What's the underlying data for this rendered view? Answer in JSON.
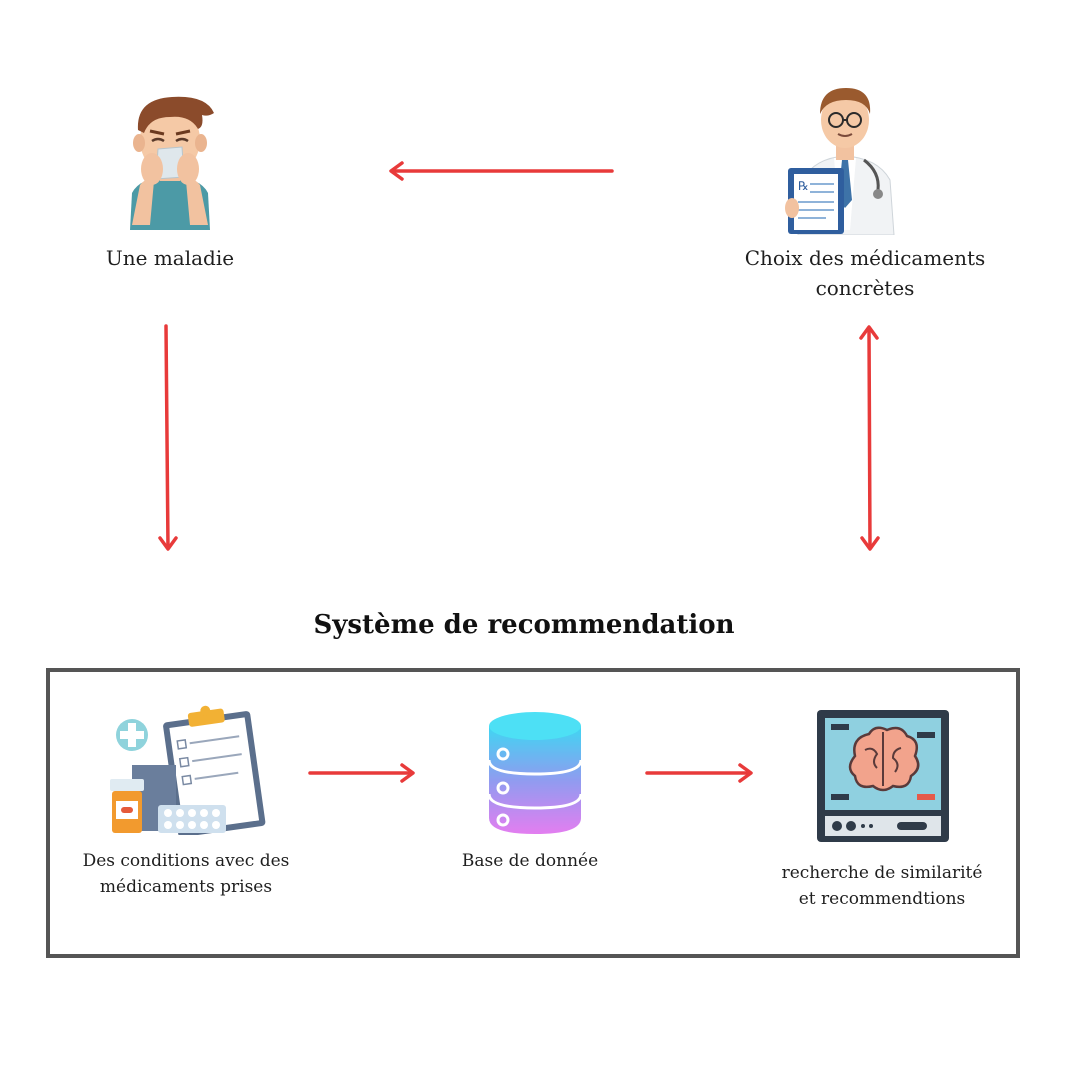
{
  "nodes": {
    "sick_person": {
      "label": "Une maladie",
      "icon": "sick-person-icon"
    },
    "doctor": {
      "label": "Choix des médicaments\nconcrètes",
      "icon": "doctor-prescription-icon"
    },
    "conditions": {
      "label": "Des conditions avec des\nmédicaments prises",
      "icon": "medical-records-pills-icon"
    },
    "database": {
      "label": "Base de donnée",
      "icon": "database-icon"
    },
    "similarity": {
      "label": "recherche de similarité\net recommendtions",
      "icon": "brain-monitor-icon"
    }
  },
  "system": {
    "title": "Système de recommendation"
  },
  "colors": {
    "arrow": "#e83a3a",
    "box_border": "#555555"
  }
}
